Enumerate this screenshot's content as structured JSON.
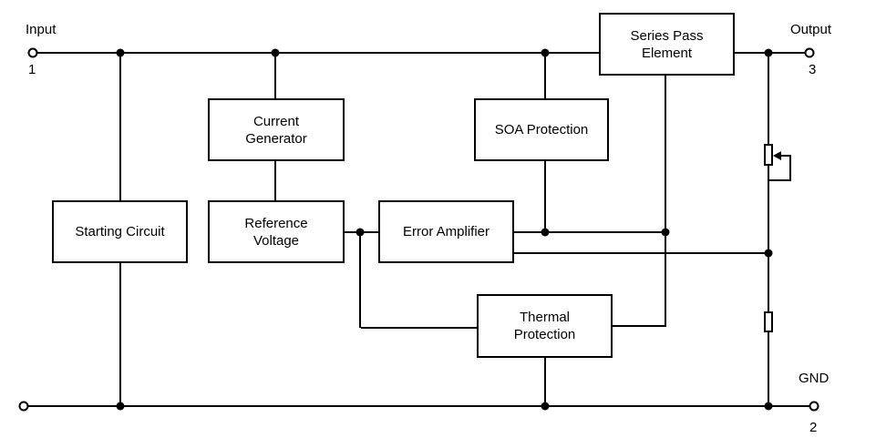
{
  "colors": {
    "line": "#000000",
    "background": "#ffffff"
  },
  "terminals": {
    "input": {
      "label": "Input",
      "pin": "1"
    },
    "output": {
      "label": "Output",
      "pin": "3"
    },
    "gnd": {
      "label": "GND",
      "pin": "2"
    }
  },
  "blocks": {
    "series_pass": {
      "label": "Series Pass\nElement"
    },
    "current_generator": {
      "label": "Current\nGenerator"
    },
    "soa_protection": {
      "label": "SOA Protection"
    },
    "starting_circuit": {
      "label": "Starting Circuit"
    },
    "reference_voltage": {
      "label": "Reference\nVoltage"
    },
    "error_amplifier": {
      "label": "Error Amplifier"
    },
    "thermal_protection": {
      "label": "Thermal\nProtection"
    }
  },
  "symbols": {
    "potentiometer": "potentiometer-symbol",
    "resistor": "resistor-symbol",
    "wiper_arrow": "left-arrow-icon"
  }
}
